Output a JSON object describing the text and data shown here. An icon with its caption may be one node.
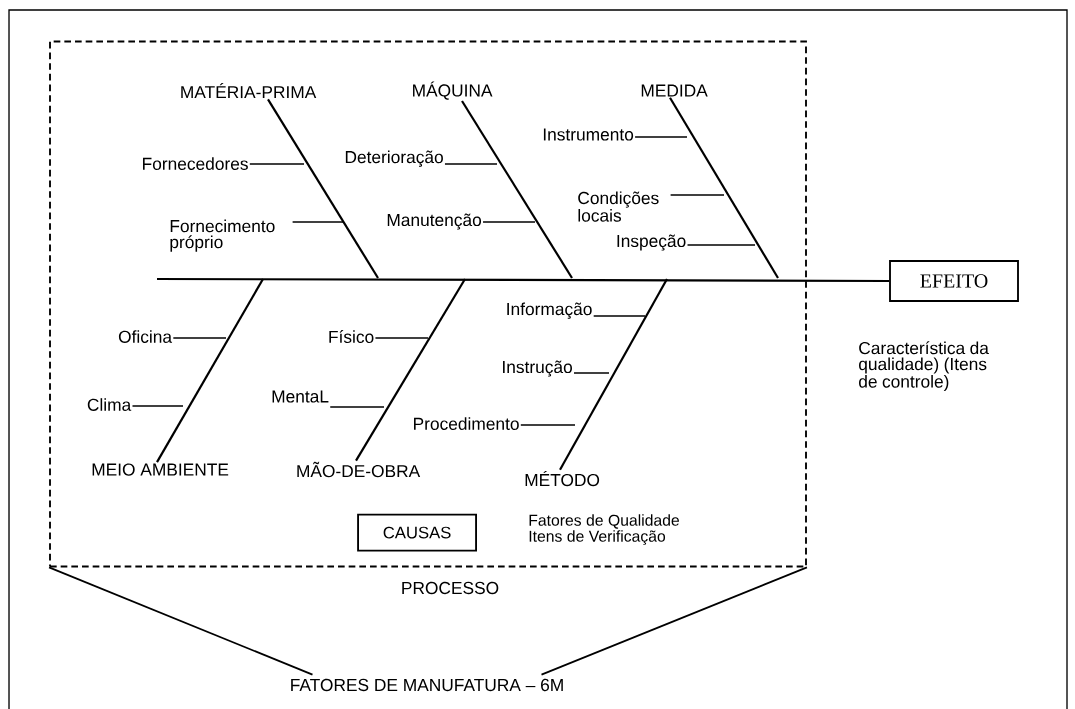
{
  "diagram": {
    "nodes": [
      {
        "text": [
          "PROCESSO"
        ]
      },
      {
        "text": [
          "MATÉRIA-PRIMA"
        ],
        "in": 0
      },
      {
        "text": [
          "MÁQUINA"
        ],
        "in": 0
      },
      {
        "text": [
          "MEDIDA"
        ],
        "in": 0
      },
      {
        "text": [
          "Fornecedores"
        ],
        "in": 0
      },
      {
        "text": [
          "Deterioração"
        ],
        "in": 0
      },
      {
        "text": [
          "Instrumento"
        ],
        "in": 0
      },
      {
        "text": [
          "Condições locais"
        ],
        "in": 0
      },
      {
        "text": [
          "Fornecimento próprio"
        ],
        "in": 0
      },
      {
        "text": [
          "Manutenção"
        ],
        "in": 0
      },
      {
        "text": [
          "Inspeção"
        ],
        "in": 0
      },
      {
        "text": [
          "EFEITO"
        ],
        "beside": [
          "Característica da qualidade) (Itens de controle)"
        ]
      },
      {
        "text": [
          "Informação"
        ],
        "in": 0
      },
      {
        "text": [
          "Oficina"
        ],
        "in": 0
      },
      {
        "text": [
          "Físico"
        ],
        "in": 0
      },
      {
        "text": [
          "Instrução"
        ],
        "in": 0
      },
      {
        "text": [
          "Clima"
        ],
        "in": 0
      },
      {
        "text": [
          "MentaL"
        ],
        "in": 0
      },
      {
        "text": [
          "Procedimento"
        ],
        "in": 0
      },
      {
        "text": [
          "MEIO AMBIENTE"
        ],
        "in": 0
      },
      {
        "text": [
          "MÃO-DE-OBRA"
        ],
        "in": 0
      },
      {
        "text": [
          "MÉTODO"
        ],
        "in": 0
      },
      {
        "text": [
          "CAUSAS"
        ],
        "in": 0
      },
      {
        "text": [
          "FATORES DE MANUFATURA – 6M"
        ]
      }
    ],
    "labels": [
      "Fatores de Qualidade Itens de Verificação"
    ],
    "edges": [
      {
        "from": null,
        "to": 11,
        "arrow": "none"
      },
      {
        "from": 1,
        "to": null,
        "arrow": "none"
      },
      {
        "from": 2,
        "to": null,
        "arrow": "none"
      },
      {
        "from": 3,
        "to": null,
        "arrow": "none"
      },
      {
        "from": 19,
        "to": null,
        "arrow": "none"
      },
      {
        "from": 20,
        "to": null,
        "arrow": "none"
      },
      {
        "from": 21,
        "to": null,
        "arrow": "none"
      },
      {
        "from": 4,
        "to": null,
        "arrow": "none"
      },
      {
        "from": 8,
        "to": null,
        "arrow": "none"
      },
      {
        "from": 5,
        "to": null,
        "arrow": "none"
      },
      {
        "from": 9,
        "to": null,
        "arrow": "none"
      },
      {
        "from": 6,
        "to": null,
        "arrow": "none"
      },
      {
        "from": 7,
        "to": null,
        "arrow": "none"
      },
      {
        "from": 10,
        "to": null,
        "arrow": "none"
      },
      {
        "from": 13,
        "to": null,
        "arrow": "none"
      },
      {
        "from": 16,
        "to": null,
        "arrow": "none"
      },
      {
        "from": 14,
        "to": null,
        "arrow": "none"
      },
      {
        "from": 17,
        "to": null,
        "arrow": "none"
      },
      {
        "from": 12,
        "to": null,
        "arrow": "none"
      },
      {
        "from": 15,
        "to": null,
        "arrow": "none"
      },
      {
        "from": 18,
        "to": null,
        "arrow": "none"
      },
      {
        "from": 0,
        "to": 23,
        "arrow": "none"
      },
      {
        "from": 0,
        "to": 23,
        "arrow": "none"
      }
    ]
  }
}
